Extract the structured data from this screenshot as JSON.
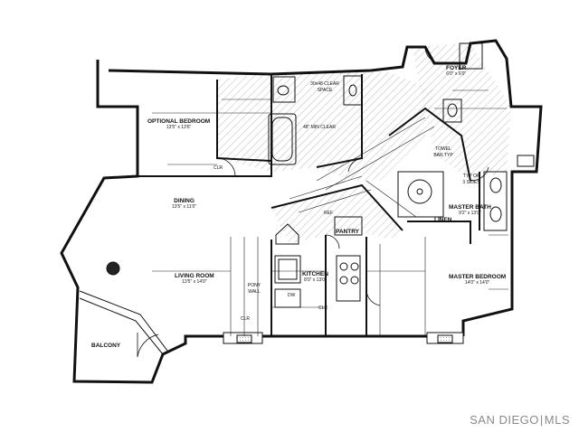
{
  "rooms": {
    "optional_bedroom": {
      "name": "OPTIONAL BEDROOM",
      "dims": "13'5\" x 13'6\""
    },
    "dining": {
      "name": "DINING",
      "dims": "13'5\" x 11'0\""
    },
    "living_room": {
      "name": "LIVING ROOM",
      "dims": "13'5\" x 14'0\""
    },
    "kitchen": {
      "name": "KITCHEN",
      "dims": "8'0\" x 13'0\""
    },
    "master_bath": {
      "name": "MASTER BATH",
      "dims": "9'2\" x 13'0\""
    },
    "master_bedroom": {
      "name": "MASTER BEDROOM",
      "dims": "14'0\" x 14'0\""
    },
    "foyer": {
      "name": "FOYER",
      "dims": "6'0\" x 6'0\""
    },
    "balcony": {
      "name": "BALCONY"
    },
    "pantry": {
      "name": "PANTRY"
    },
    "linen": {
      "name": "LINEN"
    }
  },
  "notes": {
    "clear_space": "30x48 CLEAR SPACE",
    "min_clear": "48\" MIN CLEAR",
    "towel_bar": "TOWEL BAR TYP",
    "typ_sides": "TYP OF 3 SIDES",
    "pony_wall": "PONY WALL",
    "ref": "REF",
    "dw": "DW",
    "clr_1": "CLR",
    "clr_2": "CLR",
    "clr_3": "CLR"
  },
  "watermark": {
    "left": "SAN DIEGO",
    "separator": "|",
    "right": "MLS"
  }
}
